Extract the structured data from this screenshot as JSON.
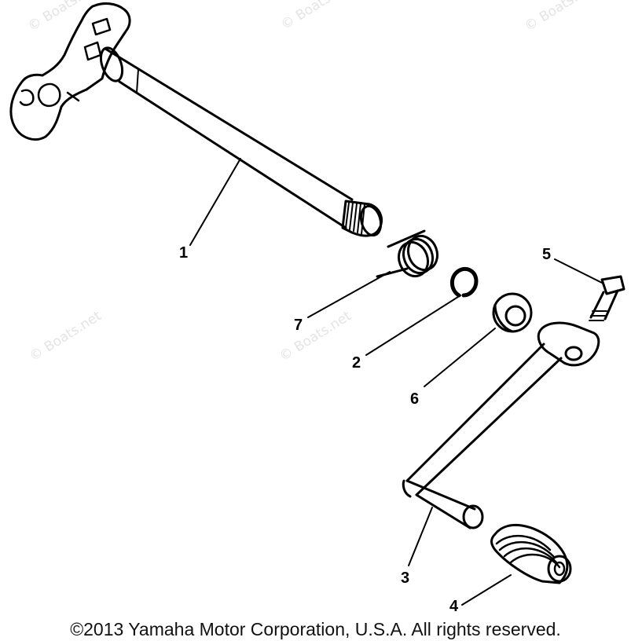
{
  "watermark": "© Boats.net",
  "callouts": {
    "c1": "1",
    "c2": "2",
    "c3": "3",
    "c4": "4",
    "c5": "5",
    "c6": "6",
    "c7": "7"
  },
  "copyright": "©2013 Yamaha Motor Corporation, U.S.A. All rights reserved."
}
